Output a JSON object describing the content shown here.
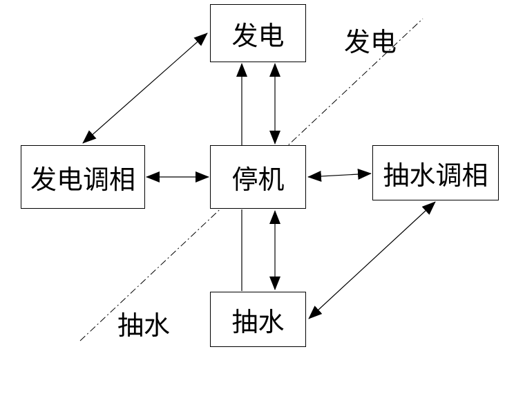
{
  "nodes": {
    "generate": "发电",
    "gen_phase": "发电调相",
    "stop": "停机",
    "pump_phase": "抽水调相",
    "pump": "抽水"
  },
  "region_labels": {
    "generate": "发电",
    "pump": "抽水"
  },
  "edges": [
    {
      "from": "generate",
      "to": "gen_phase",
      "style": "double-arrow"
    },
    {
      "from": "generate",
      "to": "stop",
      "style": "double-arrow"
    },
    {
      "from": "gen_phase",
      "to": "stop",
      "style": "double-arrow"
    },
    {
      "from": "stop",
      "to": "pump_phase",
      "style": "double-arrow"
    },
    {
      "from": "stop",
      "to": "pump",
      "style": "double-arrow"
    },
    {
      "from": "pump",
      "to": "pump_phase",
      "style": "double-arrow"
    },
    {
      "from": "stop",
      "to": "generate",
      "style": "single-arrow"
    },
    {
      "from": "stop",
      "to": "pump",
      "style": "line"
    }
  ]
}
